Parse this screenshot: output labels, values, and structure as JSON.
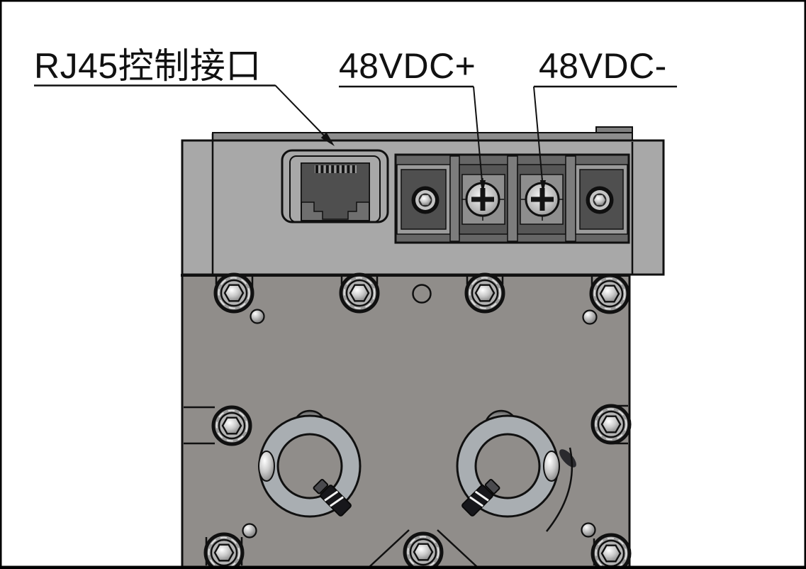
{
  "callouts": {
    "rj45": {
      "label": "RJ45控制接口",
      "target": "rj45-port"
    },
    "vdc_plus": {
      "label": "48VDC+",
      "target": "positive-screw-terminal"
    },
    "vdc_minus": {
      "label": "48VDC-",
      "target": "negative-screw-terminal"
    }
  },
  "terminal_block": {
    "positions": 4,
    "labeled_terminals": [
      "48VDC+",
      "48VDC-"
    ]
  },
  "counts": {
    "hex_socket_bolts": 9,
    "clamp_rings": 2
  },
  "colors": {
    "background": "#ffffff",
    "outline": "#101010",
    "top_panel": "#a8a8a8",
    "rear_strip": "#8d8d8d",
    "body": "#908d8a",
    "terminal_block": "#666666",
    "terminal_cell_dark": "#4f4f4f",
    "terminal_cell_light": "#8e8e8e",
    "ring": "#a9aeb2"
  }
}
